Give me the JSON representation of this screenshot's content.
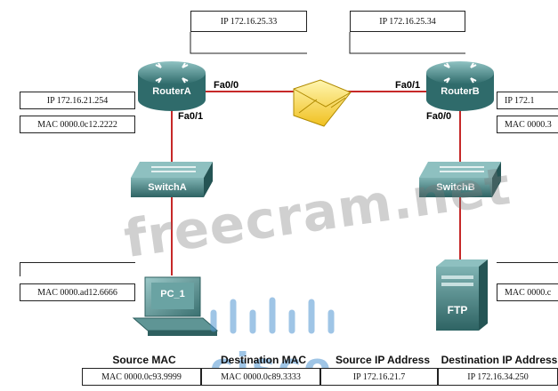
{
  "routerA": {
    "name": "RouterA",
    "ip_top": "IP 172.16.25.33",
    "ip_left": "IP 172.16.21.254",
    "mac_left": "MAC 0000.0c12.2222",
    "iface_right": "Fa0/0",
    "iface_down": "Fa0/1"
  },
  "routerB": {
    "name": "RouterB",
    "ip_top": "IP 172.16.25.34",
    "ip_right": "IP 172.1",
    "mac_right": "MAC 0000.3",
    "iface_left": "Fa0/1",
    "iface_down": "Fa0/0"
  },
  "switchA": {
    "name": "SwitchA"
  },
  "switchB": {
    "name": "SwitchB"
  },
  "pc": {
    "name": "PC_1",
    "mac": "MAC 0000.ad12.6666"
  },
  "ftp": {
    "name": "FTP",
    "mac": "MAC 0000.c"
  },
  "table": {
    "headers": [
      "Source MAC",
      "Destination MAC",
      "Source IP Address",
      "Destination IP Address"
    ],
    "values": [
      "MAC 0000.0c93.9999",
      "MAC 0000.0c89.3333",
      "IP 172.16.21.7",
      "IP 172.16.34.250"
    ]
  },
  "watermark": "freecram.net",
  "logo": "cisco",
  "colors": {
    "link": "#c62828",
    "router": "#3f7f7f",
    "switch": "#3a7474"
  },
  "icons": {
    "envelope": "envelope-icon",
    "router": "router-icon",
    "switch": "switch-icon",
    "pc": "pc-icon",
    "server": "server-icon"
  }
}
